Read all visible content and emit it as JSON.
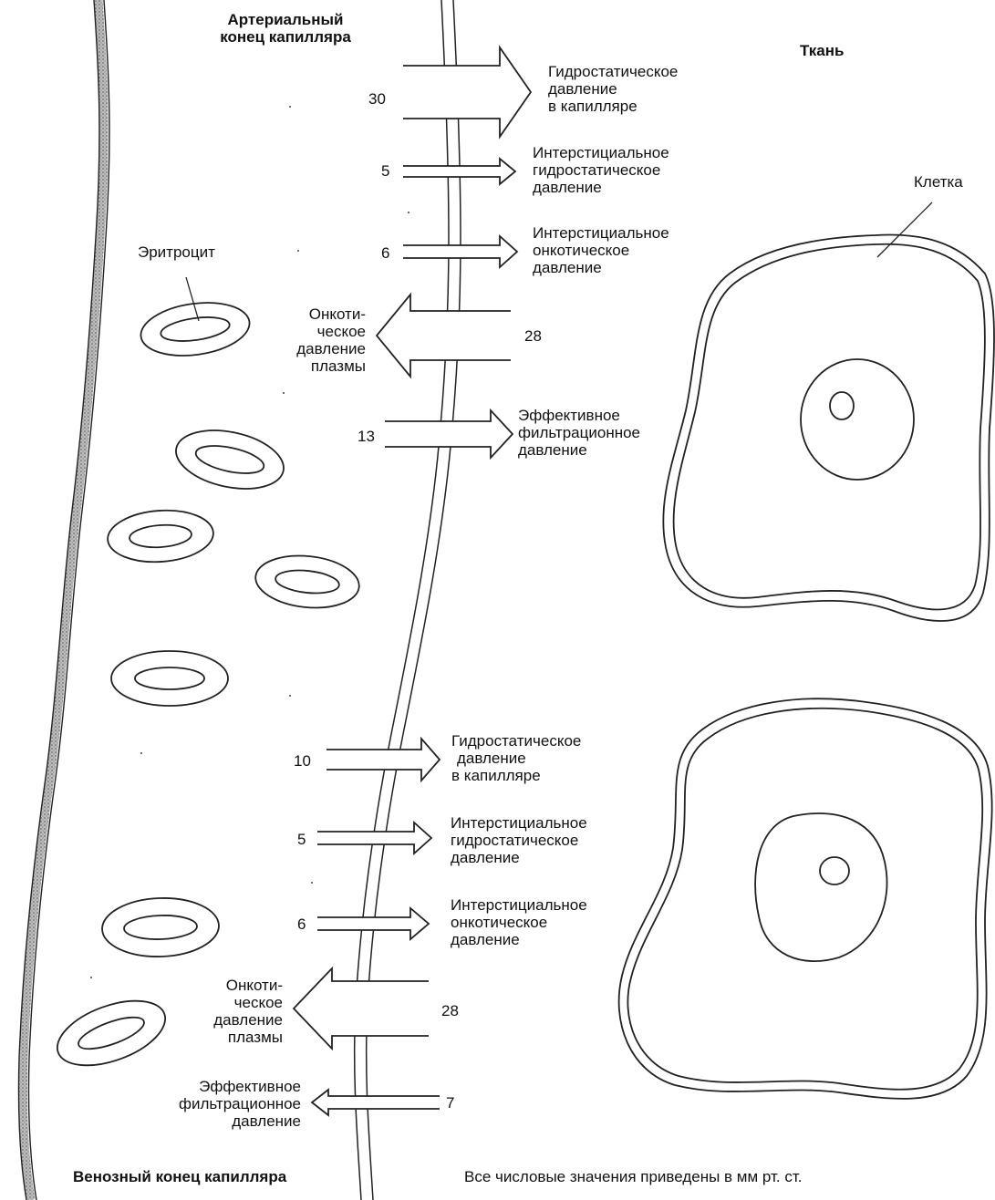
{
  "header": {
    "arterial_end": [
      "Артериальный",
      "конец капилляра"
    ],
    "tissue": "Ткань",
    "cell": "Клетка",
    "erythrocyte": "Эритроцит"
  },
  "arterial": {
    "hydrostatic_capillary": {
      "value": "30",
      "label": [
        "Гидростатическое",
        "давление",
        "в капилляре"
      ]
    },
    "interstitial_hydrostatic": {
      "value": "5",
      "label": [
        "Интерстициальное",
        "гидростатическое",
        "давление"
      ]
    },
    "interstitial_oncotic": {
      "value": "6",
      "label": [
        "Интерстициальное",
        "онкотическое",
        "давление"
      ]
    },
    "plasma_oncotic": {
      "value": "28",
      "label": [
        "Онкоти-",
        "ческое",
        "давление",
        "плазмы"
      ]
    },
    "effective_filtration": {
      "value": "13",
      "label": [
        "Эффективное",
        "фильтрационное",
        "давление"
      ]
    }
  },
  "venous": {
    "hydrostatic_capillary": {
      "value": "10",
      "label": [
        "Гидростатическое",
        "давление",
        "в капилляре"
      ]
    },
    "interstitial_hydrostatic": {
      "value": "5",
      "label": [
        "Интерстициальное",
        "гидростатическое",
        "давление"
      ]
    },
    "interstitial_oncotic": {
      "value": "6",
      "label": [
        "Интерстициальное",
        "онкотическое",
        "давление"
      ]
    },
    "plasma_oncotic": {
      "value": "28",
      "label": [
        "Онкоти-",
        "ческое",
        "давление",
        "плазмы"
      ]
    },
    "effective_filtration": {
      "value": "7",
      "label": [
        "Эффективное",
        "фильтрационное",
        "давление"
      ]
    }
  },
  "footer": {
    "venous_end": "Венозный конец капилляра",
    "units_note": "Все числовые значения приведены в мм рт. ст."
  }
}
